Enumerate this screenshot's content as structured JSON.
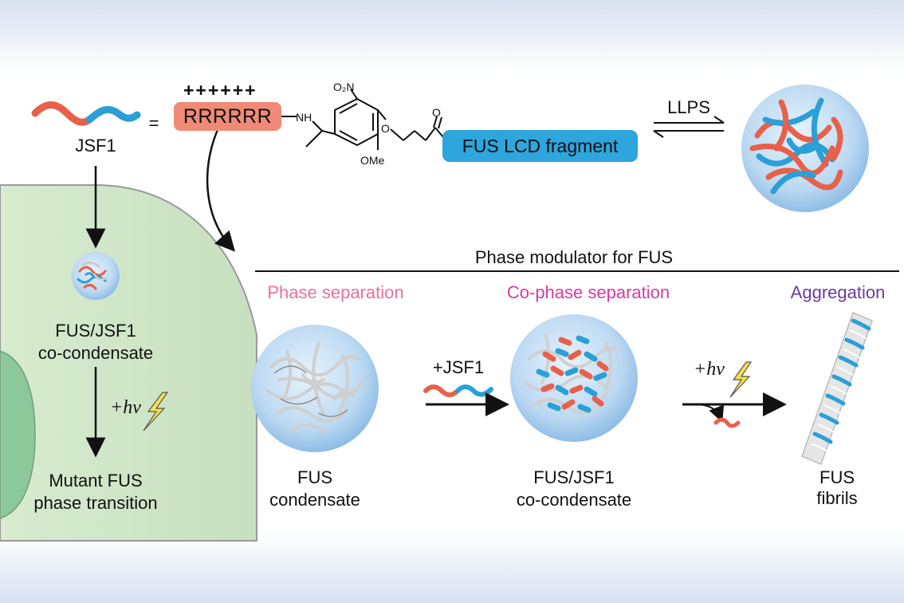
{
  "molecule": {
    "name": "JSF1",
    "equals": "=",
    "charges": "++++++",
    "arginine_block": "RRRRRR",
    "nh_label": "NH",
    "no2_label": "O₂N",
    "ome_label": "OMe",
    "carbonyl_o": "O",
    "ether_o": "O",
    "fus_fragment": "FUS LCD fragment",
    "llps_label": "LLPS"
  },
  "cell_panel": {
    "cocondensate_line1": "FUS/JSF1",
    "cocondensate_line2": "co-condensate",
    "light": "+hν",
    "transition_line1": "Mutant FUS",
    "transition_line2": "phase transition"
  },
  "modulator": {
    "title": "Phase modulator for FUS",
    "phase_separation": "Phase separation",
    "co_phase_separation": "Co-phase separation",
    "aggregation": "Aggregation",
    "add_jsf1": "+JSF1",
    "light": "+hν",
    "fus_condensate_line1": "FUS",
    "fus_condensate_line2": "condensate",
    "co_condensate_line1": "FUS/JSF1",
    "co_condensate_line2": "co-condensate",
    "fibrils_line1": "FUS",
    "fibrils_line2": "fibrils"
  },
  "colors": {
    "red_strand": "#e8604a",
    "blue_strand": "#2a9fd8",
    "cell_green": "#cfe6c6",
    "nucleus_green": "#8cc89a",
    "sphere_blue": "#bcd9f2",
    "bolt_yellow": "#f4e14a"
  }
}
